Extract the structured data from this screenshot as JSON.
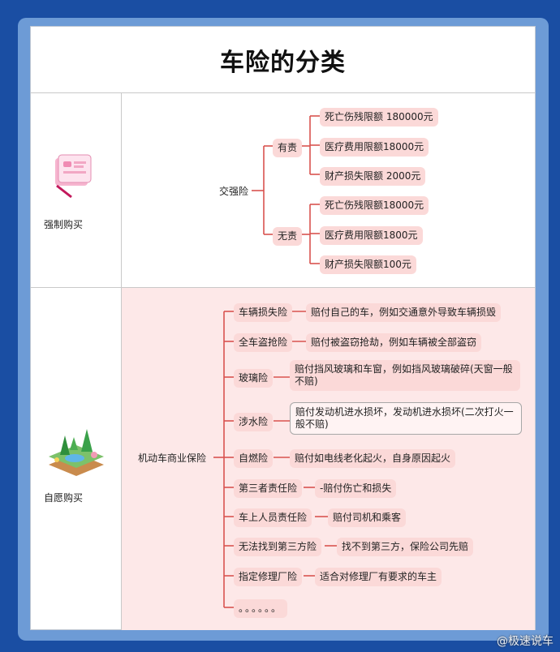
{
  "title": "车险的分类",
  "categories": [
    {
      "label": "强制购买"
    },
    {
      "label": "自愿购买"
    }
  ],
  "compulsory": {
    "root": "交强险",
    "groups": [
      {
        "label": "有责",
        "items": [
          "死亡伤残限额 180000元",
          "医疗费用限额18000元",
          "财产损失限额 2000元"
        ]
      },
      {
        "label": "无责",
        "items": [
          "死亡伤残限额18000元",
          "医疗费用限额1800元",
          "财产损失限额100元"
        ]
      }
    ]
  },
  "commercial": {
    "root": "机动车商业保险",
    "branches": [
      {
        "label": "车辆损失险",
        "desc": "赔付自己的车，例如交通意外导致车辆损毁"
      },
      {
        "label": "全车盗抢险",
        "desc": "赔付被盗窃抢劫，例如车辆被全部盗窃"
      },
      {
        "label": "玻璃险",
        "desc": "赔付挡风玻璃和车窗，例如挡风玻璃破碎(天窗一般不赔)"
      },
      {
        "label": "涉水险",
        "desc": "赔付发动机进水损坏，发动机进水损坏(二次打火一般不赔)"
      },
      {
        "label": "自燃险",
        "desc": "赔付如电线老化起火，自身原因起火"
      },
      {
        "label": "第三者责任险",
        "desc": "-赔付伤亡和损失"
      },
      {
        "label": "车上人员责任险",
        "desc": "赔付司机和乘客"
      },
      {
        "label": "无法找到第三方险",
        "desc": "找不到第三方，保险公司先赔"
      },
      {
        "label": "指定修理厂险",
        "desc": "适合对修理厂有要求的车主"
      },
      {
        "label": "。。。。。。",
        "desc": ""
      }
    ]
  },
  "watermark": "@极速说车",
  "colors": {
    "accent_line": "#d9534f",
    "pill": "#fbd9d8",
    "lower_bg": "#fde8e8",
    "border": "#1a4ea3"
  }
}
